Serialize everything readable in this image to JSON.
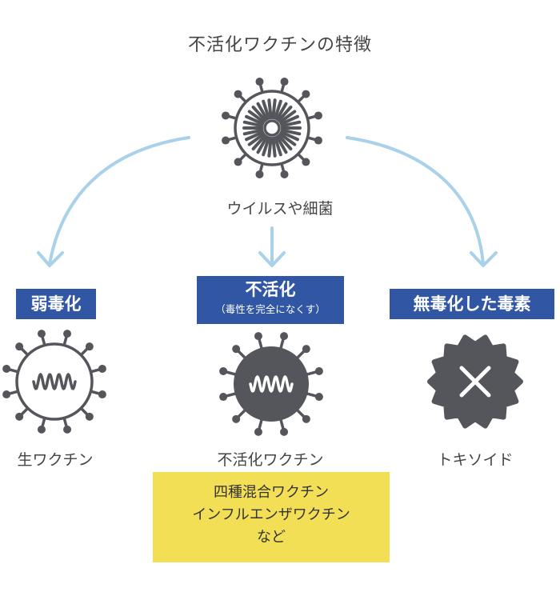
{
  "title": "不活化ワクチンの特徴",
  "source": {
    "label": "ウイルスや細菌"
  },
  "branches": [
    {
      "badge": "弱毒化",
      "caption": "生ワクチン"
    },
    {
      "badge": "不活化",
      "badge_sub": "（毒性を完全になくす）",
      "caption": "不活化ワクチン"
    },
    {
      "badge": "無毒化した毒素",
      "caption": "トキソイド"
    }
  ],
  "examples": {
    "lines": [
      "四種混合ワクチン",
      "インフルエンザワクチン",
      "など"
    ]
  },
  "colors": {
    "badge": "#3157a4",
    "arrow": "#a9d2ea",
    "icon": "#55565b",
    "highlight": "#f2df55"
  },
  "icons": [
    "virus-icon",
    "live-vaccine-icon",
    "inactivated-vaccine-icon",
    "toxoid-icon"
  ]
}
